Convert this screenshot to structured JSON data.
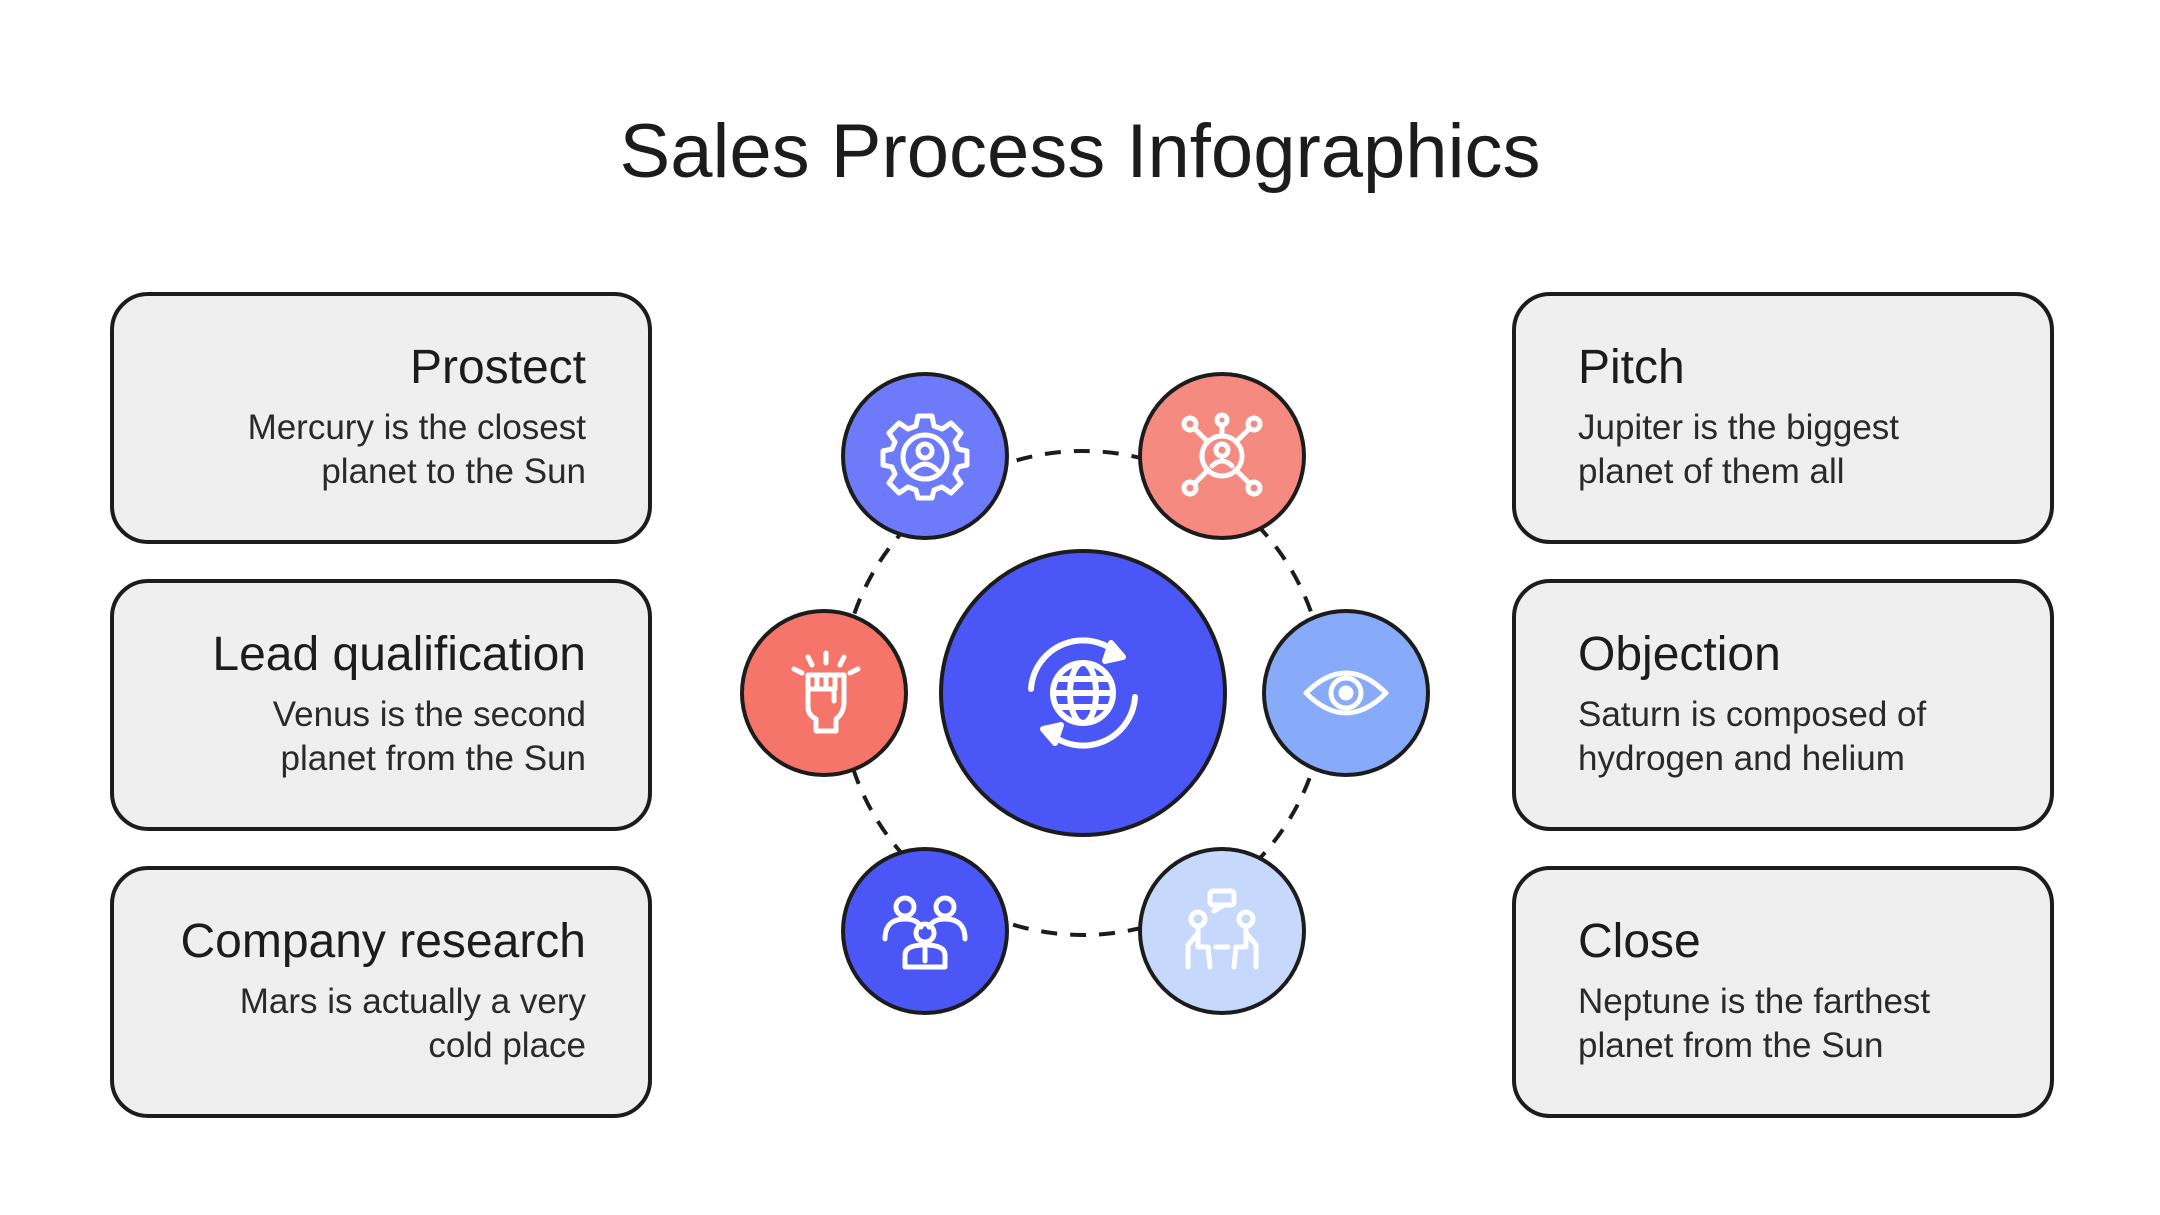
{
  "title": "Sales Process Infographics",
  "steps": [
    {
      "title": "Prostect",
      "description": "Mercury is the closest planet to the Sun"
    },
    {
      "title": "Lead qualification",
      "description": "Venus is the second planet from the Sun"
    },
    {
      "title": "Company research",
      "description": "Mars is actually a very cold place"
    },
    {
      "title": "Pitch",
      "description": "Jupiter is the biggest planet of them all"
    },
    {
      "title": "Objection",
      "description": "Saturn is composed of hydrogen and helium"
    },
    {
      "title": "Close",
      "description": "Neptune is the farthest planet from the Sun"
    }
  ],
  "diagram": {
    "center": {
      "icon": "globe-refresh-icon",
      "color": "#4a56f5"
    },
    "nodes": [
      {
        "icon": "gear-user-icon",
        "color": "#6d7bfa"
      },
      {
        "icon": "network-user-icon",
        "color": "#f58a80"
      },
      {
        "icon": "raised-fist-icon",
        "color": "#f5756a"
      },
      {
        "icon": "eye-icon",
        "color": "#87aaf9"
      },
      {
        "icon": "team-icon",
        "color": "#4a56f5"
      },
      {
        "icon": "discussion-icon",
        "color": "#c6d8fb"
      }
    ],
    "stroke_color": "#1c1c1c",
    "card_color": "#efefef"
  }
}
